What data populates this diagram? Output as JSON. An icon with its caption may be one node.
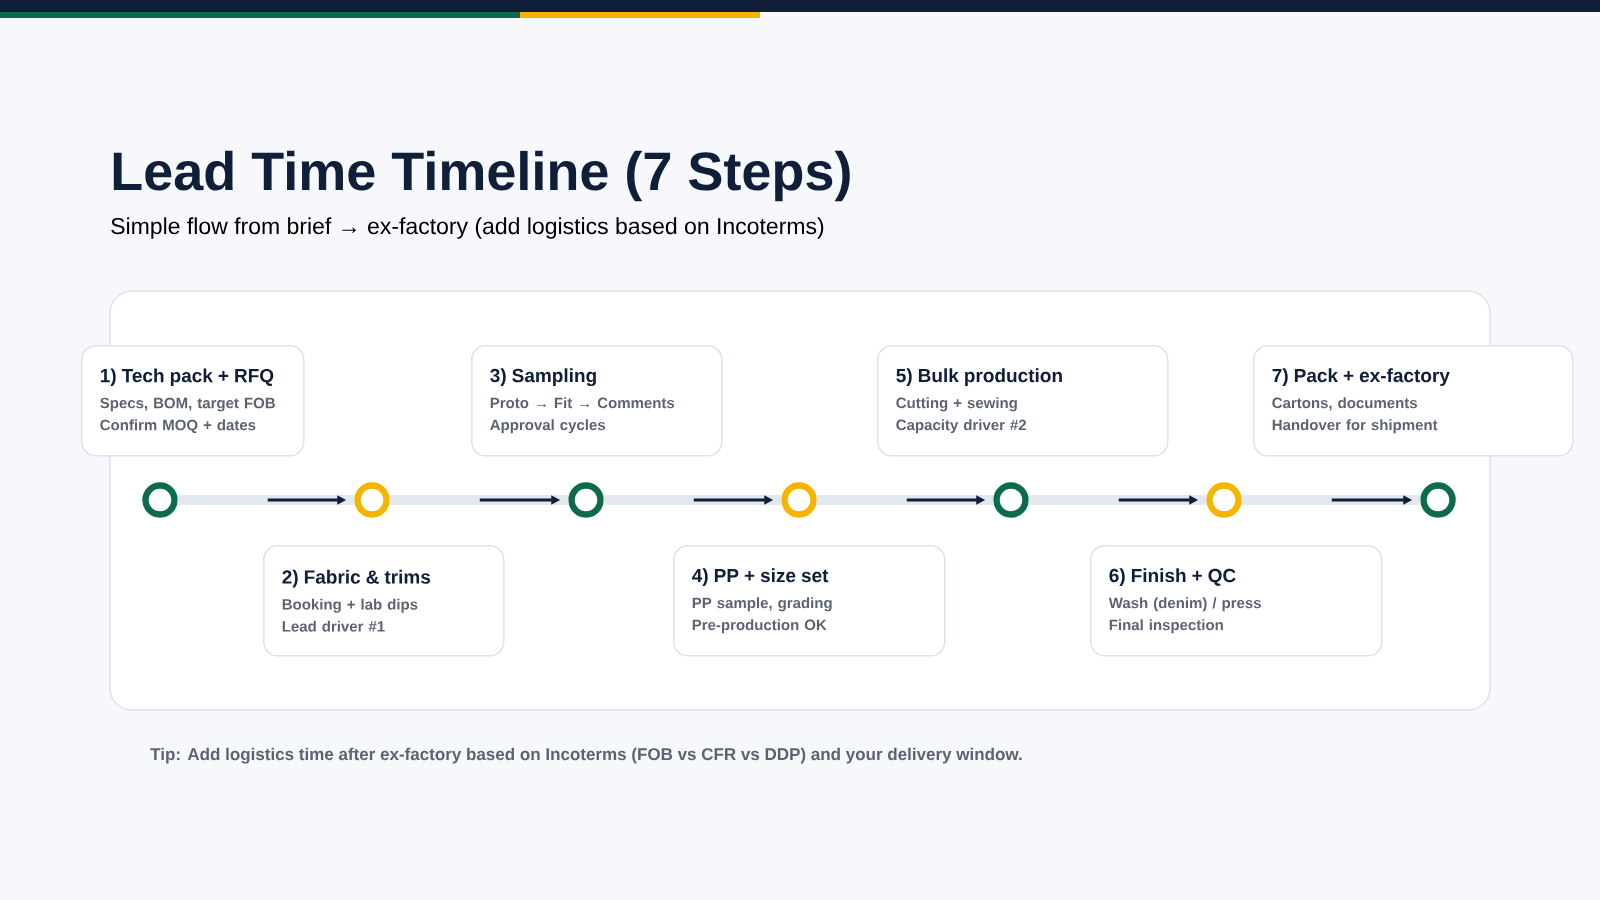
{
  "diagram": {
    "title": "Lead Time Timeline (7 Steps)",
    "caption": "Simple flow from brief → ex-factory (add logistics based on Incoterms)",
    "nodes": [
      {
        "text": [
          "1) Tech pack + RFQ",
          "Specs, BOM, target FOB",
          "Confirm MOQ + dates"
        ]
      },
      {
        "text": [
          "2) Fabric & trims",
          "Booking + lab dips",
          "Lead driver #1"
        ]
      },
      {
        "text": [
          "3) Sampling",
          "Proto → Fit → Comments",
          "Approval cycles"
        ]
      },
      {
        "text": [
          "4) PP + size set",
          "PP sample, grading",
          "Pre-production OK"
        ]
      },
      {
        "text": [
          "5) Bulk production",
          "Cutting + sewing",
          "Capacity driver #2"
        ]
      },
      {
        "text": [
          "6) Finish + QC",
          "Wash (denim) / press",
          "Final inspection"
        ]
      },
      {
        "text": [
          "7) Pack + ex-factory",
          "Cartons, documents",
          "Handover for shipment"
        ]
      },
      {
        "text": [],
        "shape": "circle"
      },
      {
        "text": [],
        "shape": "circle"
      },
      {
        "text": [],
        "shape": "circle"
      },
      {
        "text": [],
        "shape": "circle"
      },
      {
        "text": [],
        "shape": "circle"
      },
      {
        "text": [],
        "shape": "circle"
      },
      {
        "text": [],
        "shape": "circle"
      }
    ],
    "edges": [
      {
        "from": 7,
        "to": 8,
        "arrow": "to"
      },
      {
        "from": 8,
        "to": 9,
        "arrow": "to"
      },
      {
        "from": 9,
        "to": 10,
        "arrow": "to"
      },
      {
        "from": 10,
        "to": 11,
        "arrow": "to"
      },
      {
        "from": 11,
        "to": 12,
        "arrow": "to"
      },
      {
        "from": 12,
        "to": 13,
        "arrow": "to"
      }
    ],
    "labels": [
      "Tip: Add logistics time after ex-factory based on Incoterms (FOB vs CFR vs DDP) and your delivery window."
    ]
  }
}
